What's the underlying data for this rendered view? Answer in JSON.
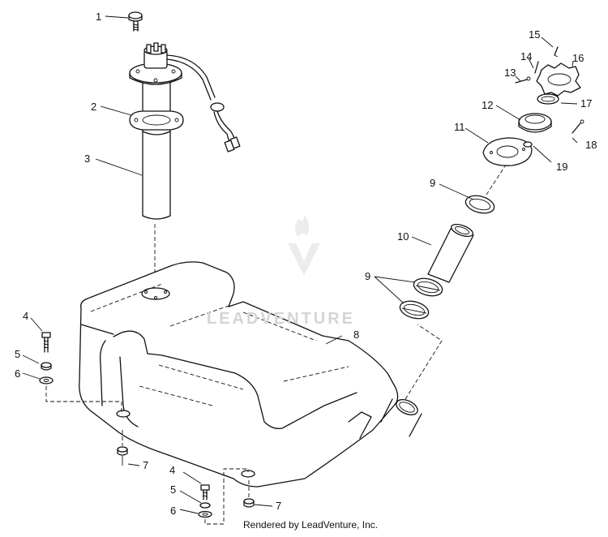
{
  "diagram": {
    "callouts": [
      "1",
      "2",
      "3",
      "4",
      "5",
      "6",
      "7",
      "8",
      "9",
      "10",
      "11",
      "12",
      "13",
      "14",
      "15",
      "16",
      "17",
      "18",
      "19"
    ],
    "watermark": "LEADVENTURE",
    "footer": "Rendered by LeadVenture, Inc."
  }
}
